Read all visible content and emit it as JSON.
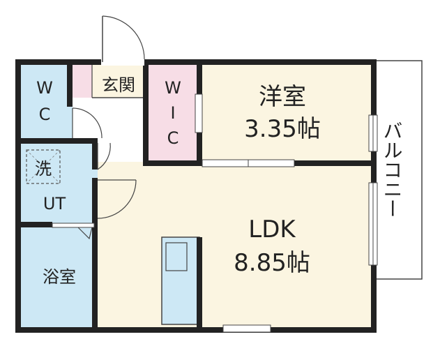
{
  "plan": {
    "rooms": {
      "wc": {
        "label_top": "W",
        "label_bottom": "C"
      },
      "genkan": {
        "label": "玄関"
      },
      "wic": {
        "label_1": "W",
        "label_2": "I",
        "label_3": "C"
      },
      "yoshitsu": {
        "name": "洋室",
        "size": "3.35帖"
      },
      "ldk": {
        "name": "LDK",
        "size": "8.85帖"
      },
      "laundry": {
        "label": "洗"
      },
      "ut": {
        "label": "UT"
      },
      "bath": {
        "label": "浴室"
      },
      "balcony": {
        "label": "バルコニー"
      }
    },
    "colors": {
      "wet_area": "#cde8f5",
      "wood_floor": "#fbf5e1",
      "wic_floor": "#f7dde6",
      "wall": "#222222",
      "window": "#ffffff"
    }
  }
}
